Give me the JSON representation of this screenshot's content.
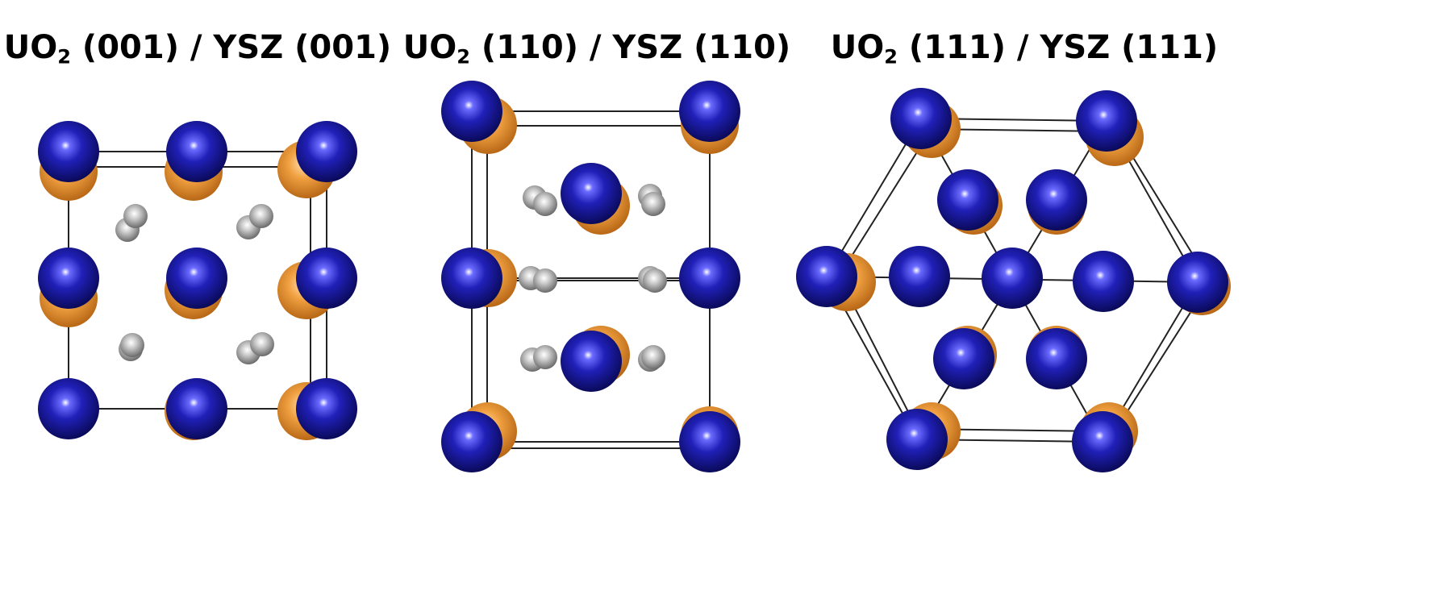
{
  "panels": [
    {
      "title": {
        "main": "UO",
        "sub": "2",
        "rest": " (001) / YSZ (001)"
      },
      "cell_lines": [
        [
          [
            85,
            188
          ],
          [
            398,
            188
          ]
        ],
        [
          [
            85,
            207
          ],
          [
            398,
            207
          ]
        ],
        [
          [
            85,
            188
          ],
          [
            85,
            507
          ]
        ],
        [
          [
            385,
            188
          ],
          [
            385,
            507
          ]
        ],
        [
          [
            405,
            188
          ],
          [
            405,
            507
          ]
        ],
        [
          [
            85,
            507
          ],
          [
            398,
            507
          ]
        ]
      ],
      "orange_atoms": [
        [
          85,
          213
        ],
        [
          240,
          213
        ],
        [
          380,
          210
        ],
        [
          240,
          360
        ],
        [
          380,
          360
        ],
        [
          240,
          510
        ],
        [
          380,
          510
        ],
        [
          85,
          370
        ]
      ],
      "o_atoms": [
        [
          158,
          285
        ],
        [
          168,
          268
        ],
        [
          308,
          282
        ],
        [
          324,
          268
        ],
        [
          162,
          433
        ],
        [
          164,
          428
        ],
        [
          308,
          437
        ],
        [
          325,
          427
        ]
      ],
      "u_atoms": [
        [
          85,
          188
        ],
        [
          244,
          188
        ],
        [
          405,
          188
        ],
        [
          85,
          345
        ],
        [
          244,
          345
        ],
        [
          405,
          345
        ],
        [
          85,
          507
        ],
        [
          244,
          507
        ],
        [
          405,
          507
        ]
      ]
    },
    {
      "title": {
        "main": "UO",
        "sub": "2",
        "rest": " (110) / YSZ (110)"
      },
      "cell_lines": [
        [
          [
            585,
            138
          ],
          [
            880,
            138
          ]
        ],
        [
          [
            585,
            156
          ],
          [
            880,
            156
          ]
        ],
        [
          [
            585,
            138
          ],
          [
            585,
            548
          ]
        ],
        [
          [
            604,
            156
          ],
          [
            604,
            548
          ]
        ],
        [
          [
            880,
            138
          ],
          [
            880,
            548
          ]
        ],
        [
          [
            585,
            345
          ],
          [
            880,
            345
          ]
        ],
        [
          [
            585,
            348
          ],
          [
            880,
            348
          ]
        ],
        [
          [
            585,
            548
          ],
          [
            880,
            548
          ]
        ],
        [
          [
            585,
            556
          ],
          [
            880,
            556
          ]
        ]
      ],
      "orange_atoms": [
        [
          605,
          155
        ],
        [
          880,
          155
        ],
        [
          745,
          255
        ],
        [
          605,
          345
        ],
        [
          880,
          345
        ],
        [
          745,
          440
        ],
        [
          605,
          535
        ],
        [
          880,
          540
        ]
      ],
      "o_atoms": [
        [
          663,
          245
        ],
        [
          676,
          253
        ],
        [
          806,
          243
        ],
        [
          810,
          253
        ],
        [
          658,
          345
        ],
        [
          676,
          348
        ],
        [
          806,
          345
        ],
        [
          812,
          348
        ],
        [
          660,
          446
        ],
        [
          676,
          443
        ],
        [
          806,
          446
        ],
        [
          810,
          443
        ]
      ],
      "u_atoms": [
        [
          585,
          138
        ],
        [
          880,
          138
        ],
        [
          733,
          240
        ],
        [
          585,
          345
        ],
        [
          880,
          345
        ],
        [
          733,
          448
        ],
        [
          585,
          548
        ],
        [
          880,
          548
        ]
      ]
    },
    {
      "title": {
        "main": "UO",
        "sub": "2",
        "rest": " (111) / YSZ (111)"
      },
      "cell_lines": [
        [
          [
            1142,
            147
          ],
          [
            1372,
            150
          ]
        ],
        [
          [
            1142,
            160
          ],
          [
            1372,
            163
          ]
        ],
        [
          [
            1372,
            150
          ],
          [
            1485,
            350
          ]
        ],
        [
          [
            1385,
            163
          ],
          [
            1500,
            350
          ]
        ],
        [
          [
            1485,
            350
          ],
          [
            1367,
            548
          ]
        ],
        [
          [
            1500,
            350
          ],
          [
            1382,
            535
          ]
        ],
        [
          [
            1367,
            548
          ],
          [
            1137,
            545
          ]
        ],
        [
          [
            1367,
            535
          ],
          [
            1137,
            532
          ]
        ],
        [
          [
            1137,
            545
          ],
          [
            1025,
            343
          ]
        ],
        [
          [
            1137,
            532
          ],
          [
            1040,
            343
          ]
        ],
        [
          [
            1025,
            343
          ],
          [
            1142,
            147
          ]
        ],
        [
          [
            1040,
            343
          ],
          [
            1155,
            160
          ]
        ],
        [
          [
            1142,
            147
          ],
          [
            1367,
            548
          ]
        ],
        [
          [
            1372,
            150
          ],
          [
            1137,
            545
          ]
        ],
        [
          [
            1025,
            343
          ],
          [
            1485,
            350
          ]
        ]
      ],
      "orange_atoms": [
        [
          1155,
          160
        ],
        [
          1382,
          170
        ],
        [
          1207,
          255
        ],
        [
          1310,
          255
        ],
        [
          1050,
          350
        ],
        [
          1368,
          350
        ],
        [
          1490,
          355
        ],
        [
          1200,
          440
        ],
        [
          1310,
          440
        ],
        [
          1155,
          535
        ],
        [
          1375,
          535
        ]
      ],
      "o_atoms": [
        [
          1200,
          248
        ],
        [
          1368,
          349
        ],
        [
          1195,
          445
        ]
      ],
      "u_atoms": [
        [
          1142,
          147
        ],
        [
          1372,
          150
        ],
        [
          1200,
          248
        ],
        [
          1310,
          248
        ],
        [
          1025,
          343
        ],
        [
          1140,
          343
        ],
        [
          1255,
          345
        ],
        [
          1368,
          349
        ],
        [
          1485,
          350
        ],
        [
          1195,
          445
        ],
        [
          1310,
          445
        ],
        [
          1137,
          545
        ],
        [
          1367,
          548
        ]
      ]
    }
  ],
  "colors": {
    "uranium": "#1c1c9a",
    "yttrium_zirconium": "#e08a2a",
    "oxygen": "#9a9a9a",
    "cell_line": "#222222"
  }
}
